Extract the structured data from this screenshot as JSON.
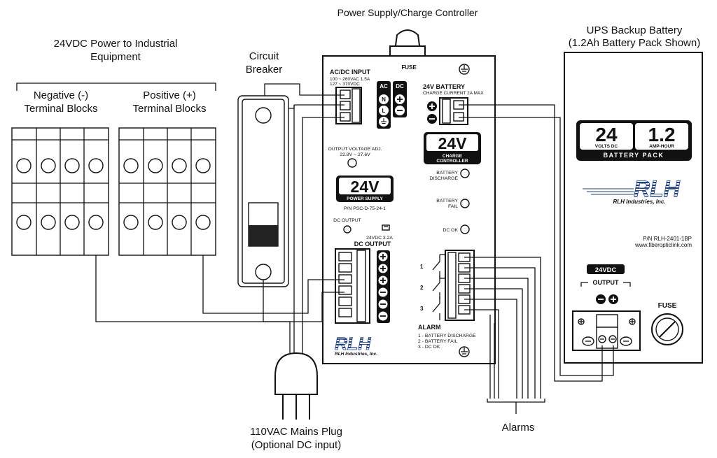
{
  "diagram": {
    "title": "Power Supply/Charge Controller",
    "labels": {
      "power_to_equipment_1": "24VDC Power to Industrial",
      "power_to_equipment_2": "Equipment",
      "negative_blocks_1": "Negative (-)",
      "negative_blocks_2": "Terminal Blocks",
      "positive_blocks_1": "Positive (+)",
      "positive_blocks_2": "Terminal Blocks",
      "breaker_1": "Circuit",
      "breaker_2": "Breaker",
      "ups_1": "UPS Backup Battery",
      "ups_2": "(1.2Ah Battery Pack Shown)",
      "plug_1": "110VAC Mains Plug",
      "plug_2": "(Optional DC input)",
      "alarms": "Alarms"
    }
  },
  "controller": {
    "fuse": "FUSE",
    "acdc_input": "AC/DC INPUT",
    "input_spec_1": "100 ~ 260VAC 1.5A",
    "input_spec_2": "127 ~ 370VDC",
    "ac": "AC",
    "dc": "DC",
    "n": "N",
    "l": "L",
    "battery_title": "24V  BATTERY",
    "charge_current": "CHARGE CURRENT 2A MAX",
    "cc_big": "24V",
    "cc_sub_1": "CHARGE",
    "cc_sub_2": "CONTROLLER",
    "vadj_1": "OUTPUT VOLTAGE ADJ.",
    "vadj_2": "22.8V ~ 27.6V",
    "ps_big": "24V",
    "ps_sub": "POWER SUPPLY",
    "part_number": "P/N PSC-D-75-24-1",
    "batt_discharge_1": "BATTERY",
    "batt_discharge_2": "DISCHARGE",
    "batt_fail_1": "BATTERY",
    "batt_fail_2": "FAIL",
    "dc_ok": "DC OK",
    "dc_output_led": "DC OUTPUT",
    "out_rating": "24VDC 3.2A",
    "dc_output_title": "DC OUTPUT",
    "alarm_n1": "1",
    "alarm_n2": "2",
    "alarm_n3": "3",
    "alarm_title": "ALARM",
    "alarm_1": "1 - BATTERY DISCHARGE",
    "alarm_2": "2 - BATTERY FAIL",
    "alarm_3": "3 - DC OK",
    "logo": "RLH",
    "company": "RLH Industries, Inc."
  },
  "battery": {
    "big_1": "24",
    "sub_1": "VOLTS DC",
    "big_2": "1.2",
    "sub_2": "AMP-HOUR",
    "pack": "BATTERY PACK",
    "logo": "RLH",
    "company": "RLH Industries, Inc.",
    "pn": "P/N RLH-2401-1BP",
    "web": "www.fiberopticlink.com",
    "badge": "24VDC",
    "output": "OUTPUT",
    "fuse": "FUSE"
  }
}
